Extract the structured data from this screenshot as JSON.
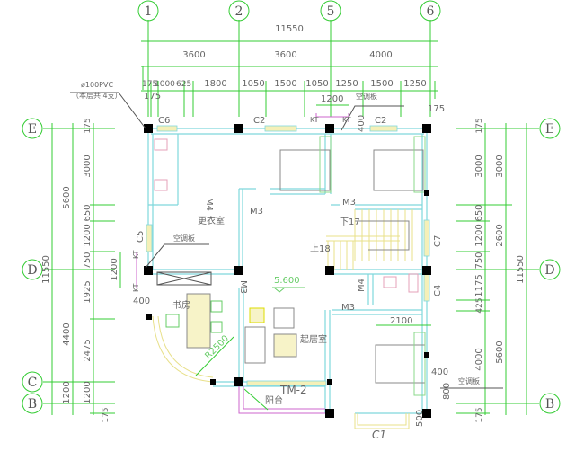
{
  "axes": {
    "top": [
      "1",
      "2",
      "5",
      "6"
    ],
    "left": [
      "E",
      "D",
      "C",
      "B"
    ],
    "right": [
      "E",
      "D",
      "B"
    ]
  },
  "top_dims": {
    "total": "11550",
    "spans": [
      "3600",
      "3600",
      "4000"
    ],
    "details": [
      "175",
      "1000",
      "625",
      "1800",
      "1050",
      "1500",
      "1050",
      "1250",
      "1500",
      "1250"
    ],
    "left_extra": "175",
    "right_extra": "175"
  },
  "left_dims": {
    "total": "11550",
    "mid": [
      "5600",
      "4400",
      "1200"
    ],
    "details": [
      "175",
      "3000",
      "650",
      "1200",
      "750",
      "1925",
      "2475",
      "1200",
      "175"
    ]
  },
  "right_dims": {
    "total": "11550",
    "mid": [
      "3000",
      "2600",
      "5600"
    ],
    "details": [
      "175",
      "3000",
      "650",
      "1200",
      "750",
      "1175",
      "425",
      "4000",
      "175"
    ]
  },
  "notes": {
    "pvc": "ø100PVC",
    "pvc_sub": "（本层共 4支）",
    "ac_board": "空调板",
    "kt": "KT",
    "ac_dim_top": "1200",
    "ac_dim_top_depth": "400",
    "ac_dim_left": "1200",
    "ac_dim_left_depth": "400",
    "bed_dim": "2100",
    "ac_dim_right": "400",
    "ac_dim_right_depth": "800",
    "balcony_depth": "500",
    "radius": "R2500"
  },
  "rooms": {
    "dressing": "更衣室",
    "study": "书房",
    "living": "起居室",
    "balcony": "阳台",
    "stairs_down": "下17",
    "stairs_up": "上18",
    "level": "5.600"
  },
  "openings": {
    "c6": "C6",
    "c2": "C2",
    "c5": "C5",
    "c7": "C7",
    "c4": "C4",
    "c1": "C1",
    "m3": "M3",
    "m4": "M4",
    "tm2": "TM-2"
  }
}
